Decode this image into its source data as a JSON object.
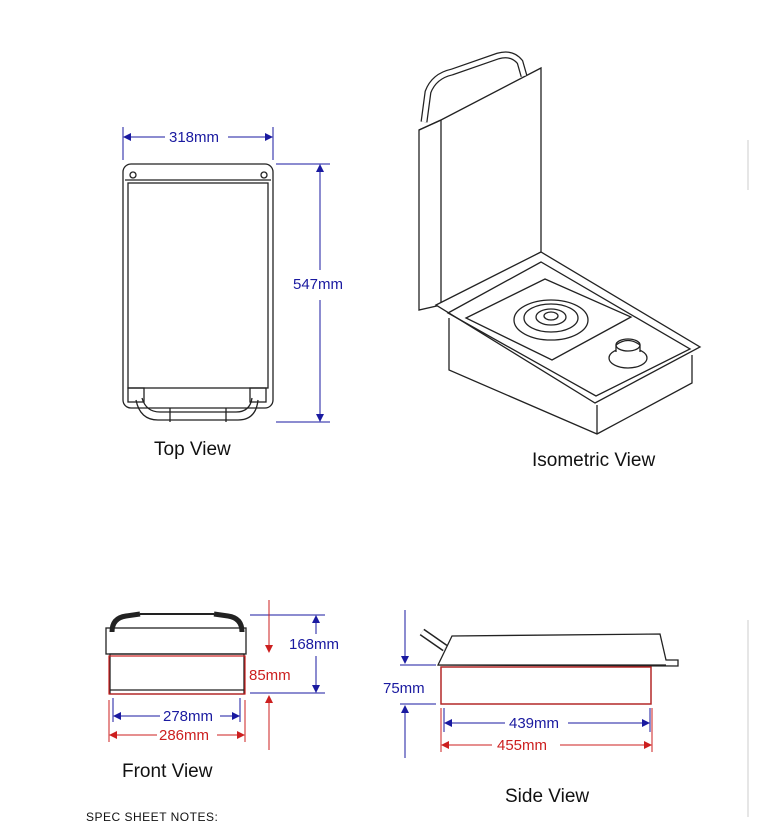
{
  "labels": {
    "top_view": "Top View",
    "isometric_view": "Isometric View",
    "front_view": "Front View",
    "side_view": "Side View",
    "spec_notes": "SPEC SHEET NOTES:"
  },
  "dimensions": {
    "top_width": "318mm",
    "top_depth": "547mm",
    "front_height": "168mm",
    "front_body_height": "85mm",
    "front_inner_width": "278mm",
    "front_outer_width": "286mm",
    "side_body_height": "75mm",
    "side_inner_length": "439mm",
    "side_outer_length": "455mm"
  },
  "colors": {
    "dimension_blue": "#1a1aa0",
    "cutout_red": "#cc1f1f",
    "line": "#222222"
  }
}
